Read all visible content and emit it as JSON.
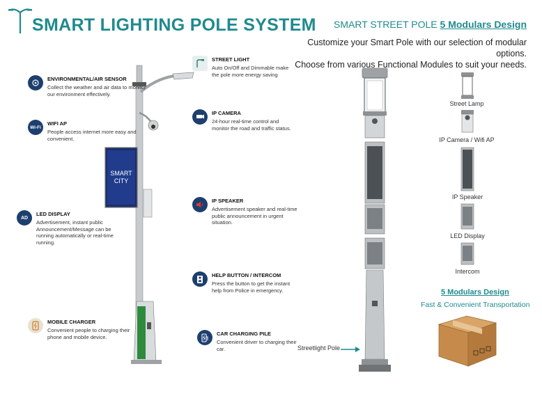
{
  "header": {
    "title": "SMART LIGHTING POLE SYSTEM",
    "right_title_prefix": "SMART STREET POLE",
    "right_title_bold": "5 Modulars Design",
    "description_line1": "Customize your Smart Pole with our selection of modular options.",
    "description_line2": "Choose from various Functional Modules to suit your needs."
  },
  "display": {
    "line1": "SMART",
    "line2": "CITY"
  },
  "features_left": [
    {
      "title": "ENVIRONMENTAL/AIR SENSOR",
      "desc": "Collect the weather and air data to monitor our environment effectively.",
      "icon": "sensor-icon"
    },
    {
      "title": "WIFI AP",
      "desc": "People access internet more easy and convenient.",
      "icon": "wifi-icon",
      "icon_text": "Wi-Fi"
    },
    {
      "title": "LED DISPLAY",
      "desc": "Advertisement, instant public Announcement/Message can be running automatically or real-time running.",
      "icon": "led-display-icon",
      "icon_text": "AD"
    },
    {
      "title": "MOBILE CHARGER",
      "desc": "Convenient people to charging their phone and mobile device.",
      "icon": "mobile-charger-icon"
    }
  ],
  "features_right": [
    {
      "title": "STREET LIGHT",
      "desc": "Auto On/Off and Dimmable make the pole more energy saving",
      "icon": "street-light-icon"
    },
    {
      "title": "IP CAMERA",
      "desc": "24-hour real-time control and monitor the road and traffic status.",
      "icon": "camera-icon"
    },
    {
      "title": "IP SPEAKER",
      "desc": "Advertisement speaker and real-time public announcement in urgent situation.",
      "icon": "speaker-icon"
    },
    {
      "title": "HELP BUTTON / INTERCOM",
      "desc": "Press the button to get the instant help from Police in emergency.",
      "icon": "intercom-icon"
    },
    {
      "title": "CAR CHARGING PILE",
      "desc": "Convenient driver to charging their car.",
      "icon": "car-charging-icon"
    }
  ],
  "modules": [
    {
      "label": "Street Lamp"
    },
    {
      "label": "IP Camera / Wifi AP"
    },
    {
      "label": "IP Speaker"
    },
    {
      "label": "LED Display"
    },
    {
      "label": "Intercom"
    }
  ],
  "modulars": {
    "title": "5 Modulars Design",
    "subtitle": "Fast & Convenient Transportation"
  },
  "pole_label": "Streetlight Pole",
  "colors": {
    "accent": "#1f8a8e",
    "icon_bg": "#1c3f6e",
    "charger_green": "#2e8b3e"
  }
}
